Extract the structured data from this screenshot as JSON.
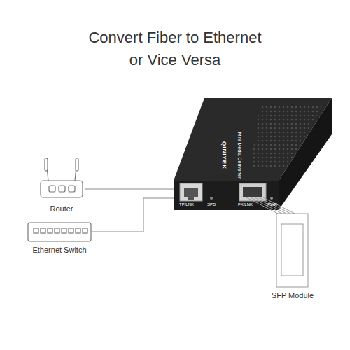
{
  "diagram": {
    "title": "Convert Fiber to Ethernet or Vice Versa",
    "nodes": [
      {
        "text": [
          "Router"
        ]
      },
      {
        "text": [
          "Ethernet Switch"
        ]
      },
      {
        "text": [
          "QINIYEK",
          "Mini Media Converter",
          "TP/LNK",
          "SPD",
          "FX/LNK",
          "PWR"
        ]
      },
      {
        "text": [
          "SFP Module"
        ]
      }
    ],
    "edges": [
      {
        "from": 0,
        "to": 2,
        "arrow": "none"
      },
      {
        "from": 1,
        "to": 2,
        "arrow": "none"
      }
    ]
  }
}
